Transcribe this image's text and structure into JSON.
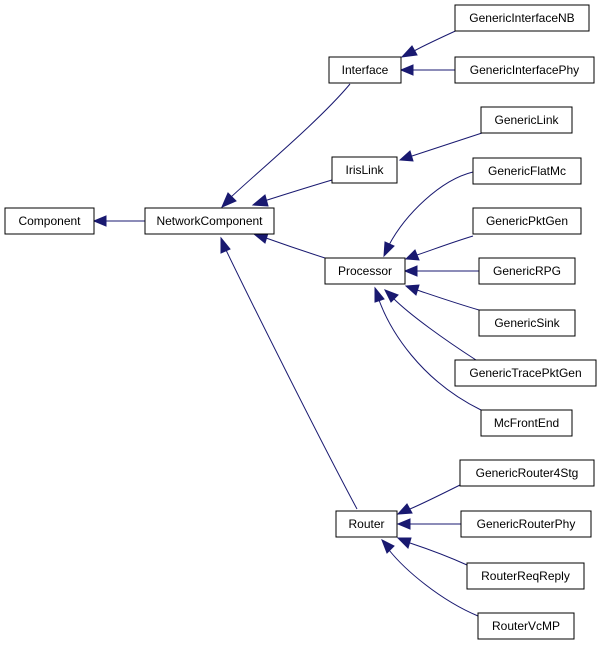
{
  "diagram": {
    "type": "inheritance-graph",
    "edge_color": "#191970",
    "nodes": {
      "component": "Component",
      "network_component": "NetworkComponent",
      "interface": "Interface",
      "iris_link": "IrisLink",
      "processor": "Processor",
      "router": "Router",
      "generic_interface_nb": "GenericInterfaceNB",
      "generic_interface_phy": "GenericInterfacePhy",
      "generic_link": "GenericLink",
      "generic_flat_mc": "GenericFlatMc",
      "generic_pkt_gen": "GenericPktGen",
      "generic_rpg": "GenericRPG",
      "generic_sink": "GenericSink",
      "generic_trace_pkt_gen": "GenericTracePktGen",
      "mc_front_end": "McFrontEnd",
      "generic_router_4stg": "GenericRouter4Stg",
      "generic_router_phy": "GenericRouterPhy",
      "router_req_reply": "RouterReqReply",
      "router_vc_mp": "RouterVcMP"
    },
    "edges": [
      {
        "from": "network_component",
        "to": "component"
      },
      {
        "from": "interface",
        "to": "network_component"
      },
      {
        "from": "iris_link",
        "to": "network_component"
      },
      {
        "from": "processor",
        "to": "network_component"
      },
      {
        "from": "router",
        "to": "network_component"
      },
      {
        "from": "generic_interface_nb",
        "to": "interface"
      },
      {
        "from": "generic_interface_phy",
        "to": "interface"
      },
      {
        "from": "generic_link",
        "to": "iris_link"
      },
      {
        "from": "generic_flat_mc",
        "to": "processor"
      },
      {
        "from": "generic_pkt_gen",
        "to": "processor"
      },
      {
        "from": "generic_rpg",
        "to": "processor"
      },
      {
        "from": "generic_sink",
        "to": "processor"
      },
      {
        "from": "generic_trace_pkt_gen",
        "to": "processor"
      },
      {
        "from": "mc_front_end",
        "to": "processor"
      },
      {
        "from": "generic_router_4stg",
        "to": "router"
      },
      {
        "from": "generic_router_phy",
        "to": "router"
      },
      {
        "from": "router_req_reply",
        "to": "router"
      },
      {
        "from": "router_vc_mp",
        "to": "router"
      }
    ]
  }
}
